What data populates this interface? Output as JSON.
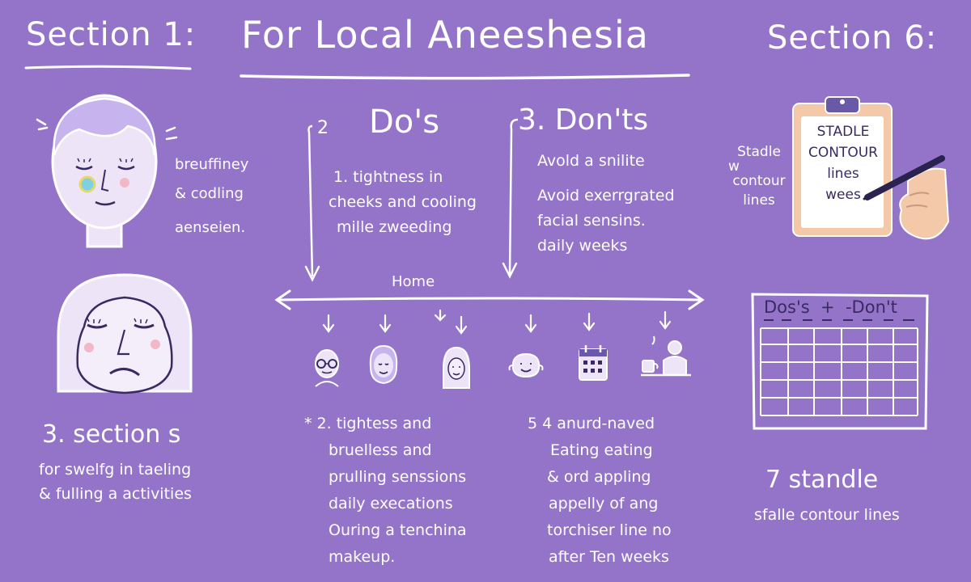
{
  "header": {
    "section_left": "Section 1:",
    "title": "For Local Aneeshesia",
    "section_right": "Section 6:"
  },
  "left_panel": {
    "face_caption": [
      "breuffiney",
      "& codling",
      "aenseien."
    ],
    "section3_heading": "3. section s",
    "section3_lines": [
      "for swelfg in taeling",
      "& fulling a activities"
    ]
  },
  "dos": {
    "marker": "2",
    "heading": "Do's",
    "lines": [
      "1. tightness in",
      "cheeks and cooling",
      "mille zweeding"
    ]
  },
  "donts": {
    "heading": "3. Don'ts",
    "lines": [
      "Avold a snilite",
      "Avoid exerrgrated",
      "facial sensins.",
      "daily weeks"
    ]
  },
  "timeline": {
    "label": "Home",
    "icons": [
      "glasses-person-icon",
      "woman-face-icon",
      "hijab-person-icon",
      "smiling-blob-icon",
      "calendar-icon",
      "person-at-desk-icon"
    ]
  },
  "lower_middle": {
    "left_lines": [
      "* 2. tightess and",
      "bruelless and",
      "prulling senssions",
      "daily execations",
      "Ouring a tenchina",
      "makeup."
    ],
    "right_lines": [
      "5 4 anurd-naved",
      "Eating eating",
      "& ord appling",
      "appelly of ang",
      "torchiser line no",
      "after Ten weeks"
    ]
  },
  "right_panel": {
    "side_note": [
      "Stadle",
      "w",
      "contour",
      "lines"
    ],
    "clipboard_lines": [
      "STADLE",
      "CONTOUR",
      "lines",
      "wees"
    ],
    "chart_title": "Dos's  +  -Don't",
    "section7_heading": "7 standle",
    "section7_line": "sfalle contour lines"
  },
  "colors": {
    "background": "#9474c9",
    "chalk": "#ffffff",
    "face_fill": "#ede4f8",
    "hair": "#c7b3ee",
    "clipboard": "#f3c9a9",
    "pen": "#2a2350",
    "ink": "#3a2a62"
  }
}
